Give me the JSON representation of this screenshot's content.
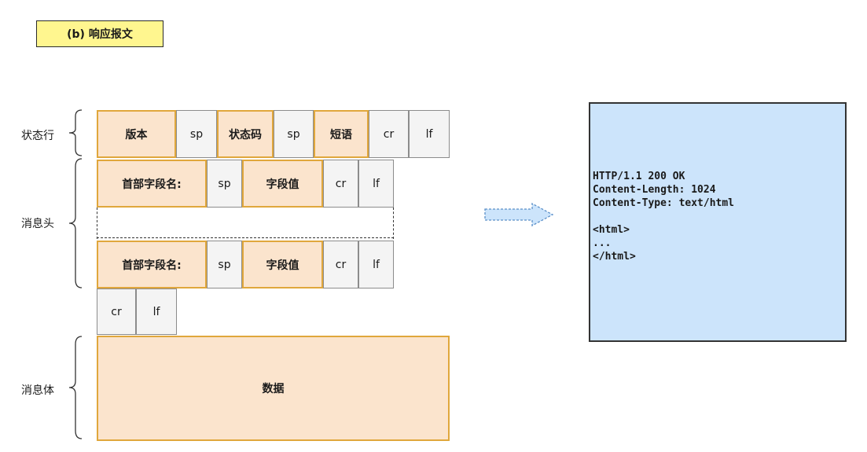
{
  "title": "(b) 响应报文",
  "labels": {
    "status_line": "状态行",
    "headers": "消息头",
    "body": "消息体"
  },
  "status_row": {
    "version": "版本",
    "sp1": "sp",
    "status_code": "状态码",
    "sp2": "sp",
    "phrase": "短语",
    "cr": "cr",
    "lf": "lf"
  },
  "header_row_1": {
    "name": "首部字段名:",
    "sp": "sp",
    "value": "字段值",
    "cr": "cr",
    "lf": "lf"
  },
  "header_row_2": {
    "name": "首部字段名:",
    "sp": "sp",
    "value": "字段值",
    "cr": "cr",
    "lf": "lf"
  },
  "blank_row": {
    "cr": "cr",
    "lf": "lf"
  },
  "body_cell": "数据",
  "example": {
    "lines": [
      "HTTP/1.1 200 OK",
      "Content-Length: 1024",
      "Content-Type: text/html",
      "",
      "<html>",
      "...",
      "</html>"
    ]
  },
  "colors": {
    "title_bg": "#fff68f",
    "field_bg": "#fbe4cd",
    "field_border": "#e0a73c",
    "sep_bg": "#f4f4f4",
    "example_bg": "#cce4fb"
  }
}
